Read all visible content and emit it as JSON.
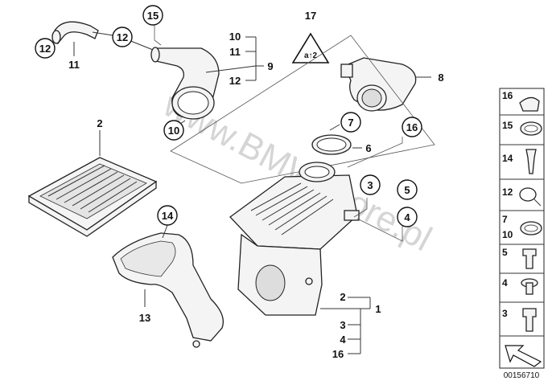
{
  "watermark": "www.BMWfstore.pl",
  "drawing_code": "00156710",
  "callouts": {
    "c12a": "12",
    "c12b": "12",
    "c11": "11",
    "c15": "15",
    "c10top": "10",
    "c11top": "11",
    "c9": "9",
    "c12top": "12",
    "c10": "10",
    "c17": "17",
    "c8": "8",
    "c7": "7",
    "c16": "16",
    "c6": "6",
    "c2": "2",
    "c3": "3",
    "c5": "5",
    "c4": "4",
    "c14": "14",
    "c13": "13",
    "c1_2": "2",
    "c1": "1",
    "c1_3": "3",
    "c1_4": "4",
    "c1_16": "16"
  },
  "legend": {
    "items": [
      {
        "label": "16"
      },
      {
        "label": "15"
      },
      {
        "label": "14"
      },
      {
        "label": "12"
      },
      {
        "label": "7"
      },
      {
        "label": "10"
      },
      {
        "label": "5"
      },
      {
        "label": "4"
      },
      {
        "label": "3"
      }
    ]
  }
}
